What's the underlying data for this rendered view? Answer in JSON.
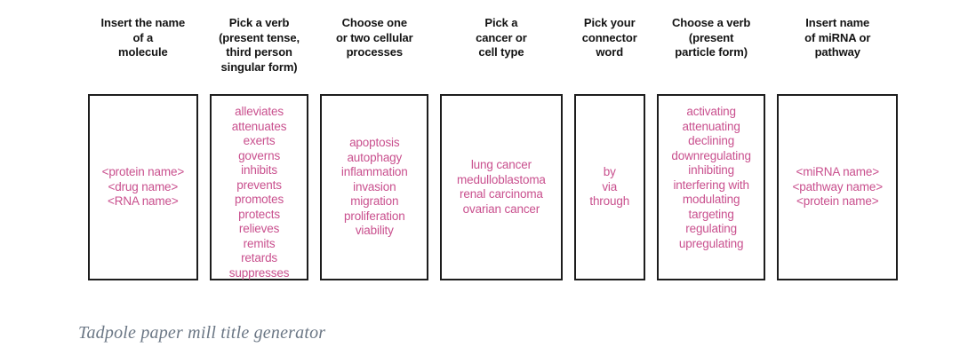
{
  "figure": {
    "caption": "Tadpole paper mill title generator",
    "accent_color": "#c9508e",
    "border_color": "#1d1d1d",
    "header_color": "#131313",
    "caption_color": "#6b7785",
    "background": "#ffffff"
  },
  "columns": [
    {
      "header": "Insert the name\nof a\nmolecule",
      "align": "center",
      "options": [
        "<protein name>",
        "<drug name>",
        "<RNA name>"
      ]
    },
    {
      "header": "Pick a verb\n(present tense,\nthird person\nsingular form)",
      "align": "top",
      "options": [
        "alleviates",
        "attenuates",
        "exerts",
        "governs",
        "inhibits",
        "prevents",
        "promotes",
        "protects",
        "relieves",
        "remits",
        "retards",
        "suppresses"
      ]
    },
    {
      "header": "Choose one\nor two cellular\nprocesses",
      "align": "center",
      "options": [
        "apoptosis",
        "autophagy",
        "inflammation",
        "invasion",
        "migration",
        "proliferation",
        "viability"
      ]
    },
    {
      "header": "Pick a\ncancer or\ncell type",
      "align": "center",
      "options": [
        "lung cancer",
        "medulloblastoma",
        "renal carcinoma",
        "ovarian cancer"
      ]
    },
    {
      "header": "Pick your\nconnector\nword",
      "align": "center",
      "options": [
        "by",
        "via",
        "through"
      ]
    },
    {
      "header": "Choose a verb\n(present\nparticle form)",
      "align": "center",
      "options": [
        "activating",
        "attenuating",
        "declining",
        "downregulating",
        "inhibiting",
        "interfering with",
        "modulating",
        "targeting",
        "regulating",
        "upregulating"
      ]
    },
    {
      "header": "Insert name\nof miRNA or\npathway",
      "align": "center",
      "options": [
        "<miRNA name>",
        "<pathway name>",
        "<protein name>"
      ]
    }
  ]
}
